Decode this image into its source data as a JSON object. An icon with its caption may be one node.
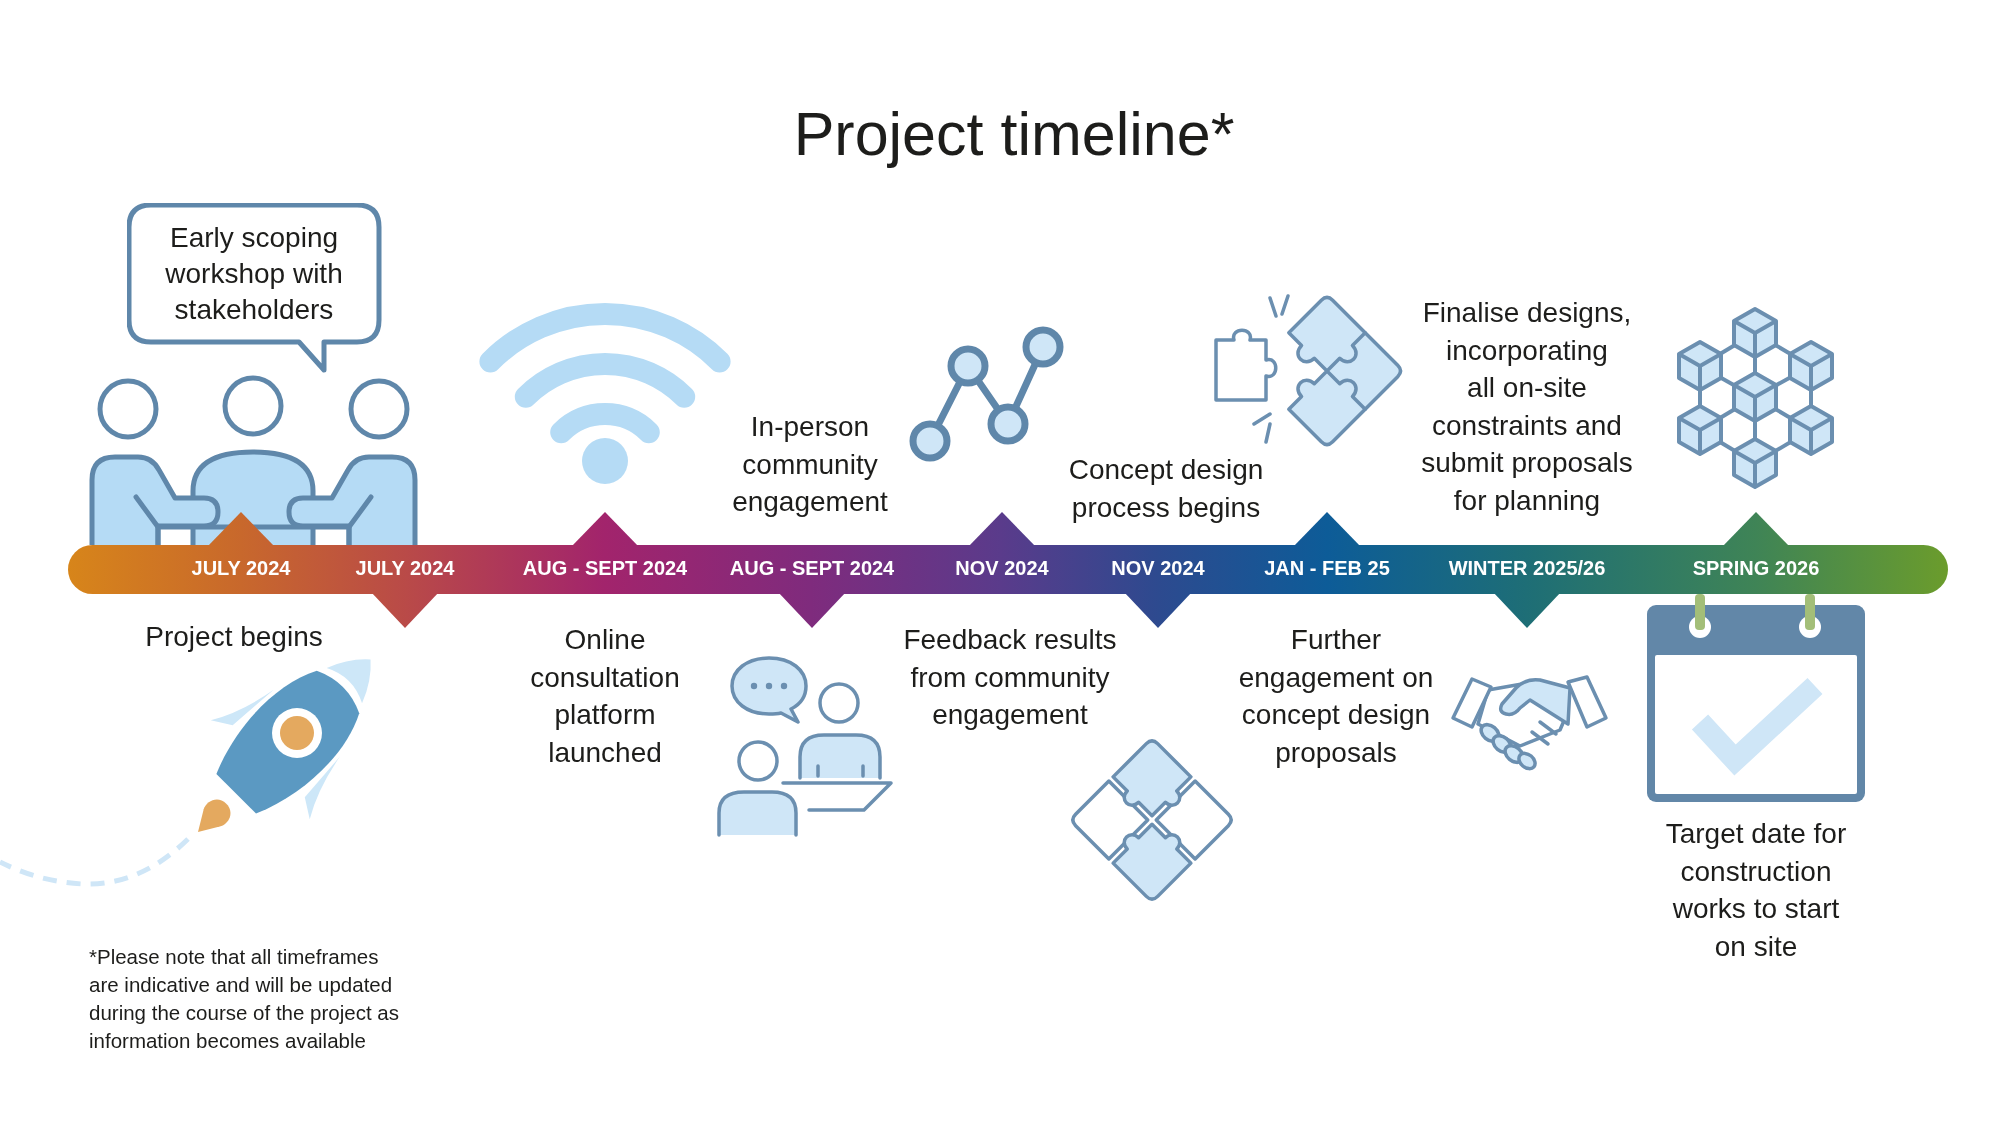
{
  "diagram": {
    "title": "Project timeline*",
    "nodes": [
      {
        "text": [
          "Early scoping workshop with stakeholders"
        ]
      },
      {
        "text": [
          "JULY 2024",
          "JULY 2024",
          "AUG - SEPT 2024",
          "AUG - SEPT 2024",
          "NOV 2024",
          "NOV 2024",
          "JAN - FEB 25",
          "WINTER 2025/26",
          "SPRING 2026"
        ]
      }
    ],
    "labels": [
      "Project begins",
      "Online consultation platform launched",
      "In-person community engagement",
      "Feedback results from community engagement",
      "Concept design process begins",
      "Further engagement on concept design proposals",
      "Finalise designs, incorporating all on-site constraints and submit proposals for planning",
      "Target date for construction works to start on site",
      "*Please note that all timeframes are indicative and will be updated during the course of the project as information becomes available"
    ]
  }
}
